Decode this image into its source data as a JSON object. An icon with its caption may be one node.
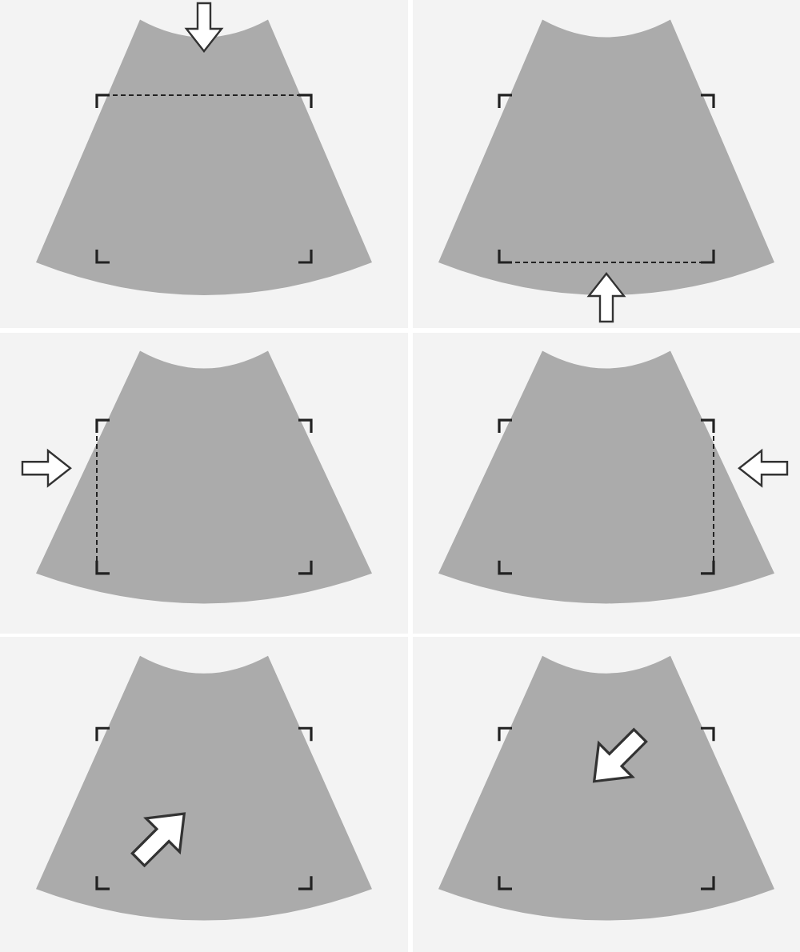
{
  "diagram": {
    "nodes": [
      {
        "text": [],
        "shape": "sector"
      },
      {
        "text": [],
        "shape": "sector"
      },
      {
        "text": [],
        "shape": "sector"
      },
      {
        "text": [],
        "shape": "sector"
      },
      {
        "text": [],
        "shape": "sector"
      },
      {
        "text": [],
        "shape": "sector"
      }
    ]
  }
}
